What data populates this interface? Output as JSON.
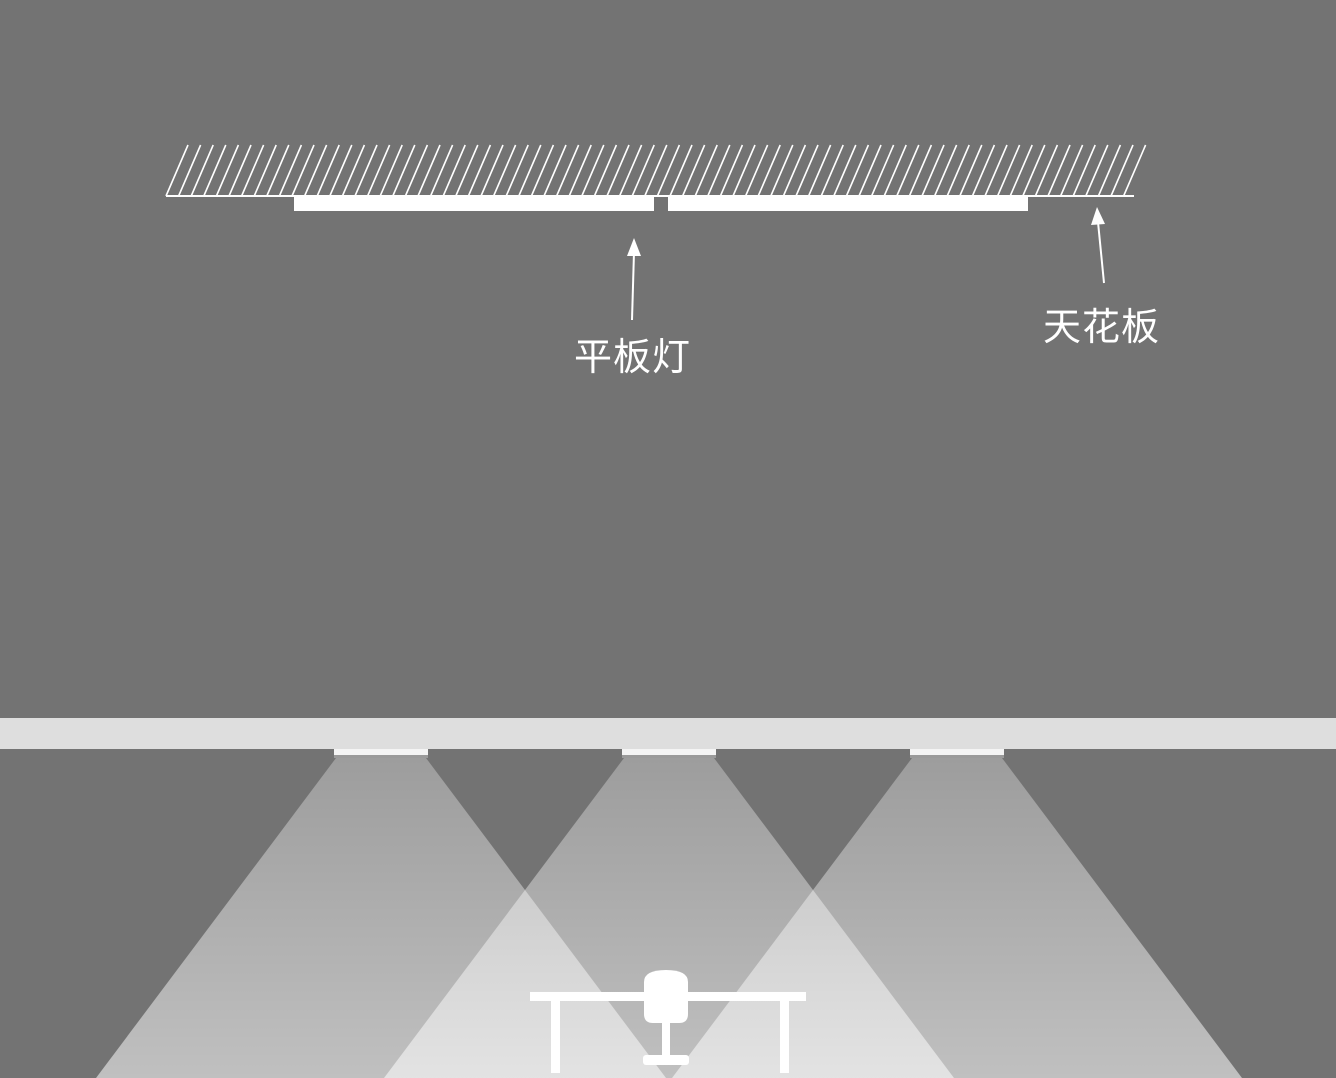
{
  "labels": {
    "panel_light": "平板灯",
    "ceiling": "天花板"
  },
  "colors": {
    "background": "#737373",
    "line": "#ffffff",
    "ceiling_slab": "#dedede",
    "beam": "#ffffff"
  },
  "fixture_count": 3
}
